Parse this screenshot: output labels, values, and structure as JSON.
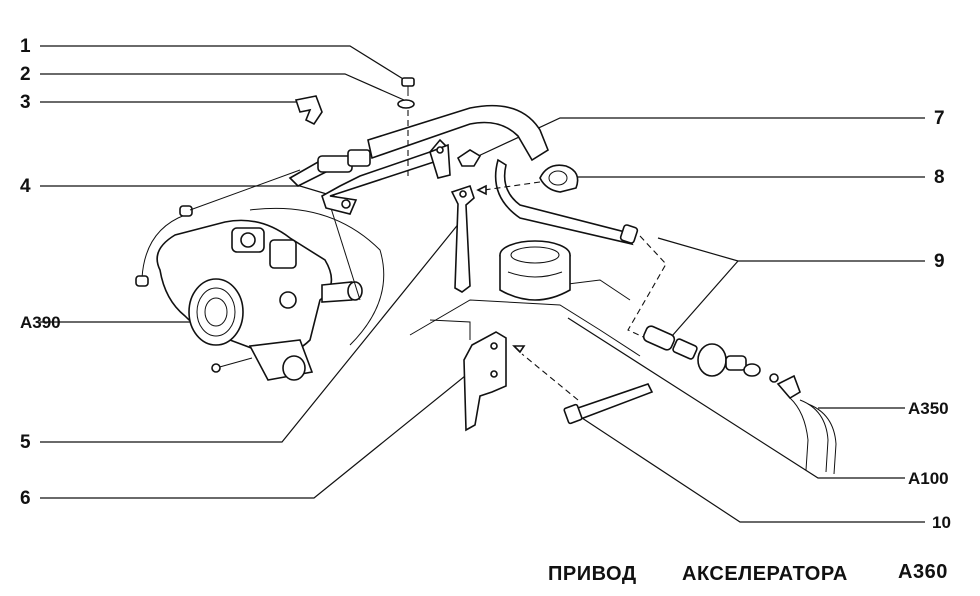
{
  "callouts": {
    "c1": "1",
    "c2": "2",
    "c3": "3",
    "c4": "4",
    "c5": "5",
    "c6": "6",
    "c7": "7",
    "c8": "8",
    "c9": "9",
    "c10": "10",
    "a390": "A390",
    "a350": "A350",
    "a100": "A100"
  },
  "footer": {
    "title_word1": "ПРИВОД",
    "title_word2": "АКСЕЛЕРАТОРА",
    "code": "A360"
  }
}
